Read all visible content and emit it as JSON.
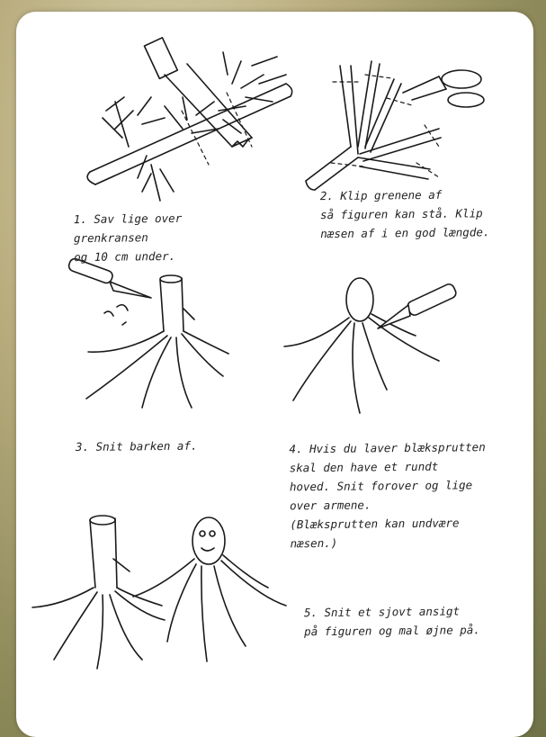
{
  "steps": [
    {
      "number": 1,
      "text": "1. Sav lige over grenkransen\nog 10 cm under."
    },
    {
      "number": 2,
      "text": "2. Klip grenene af\nså figuren kan stå. Klip\nnæsen af i en god længde."
    },
    {
      "number": 3,
      "text": "3. Snit barken af."
    },
    {
      "number": 4,
      "text": "4. Hvis du laver blæksprutten\n   skal den have et rundt\n   hoved. Snit forover og lige\n   over armene.\n   (Blæksprutten kan undvære\n     næsen.)"
    },
    {
      "number": 5,
      "text": "5. Snit et sjovt ansigt\n   på figuren og mal øjne på."
    }
  ]
}
